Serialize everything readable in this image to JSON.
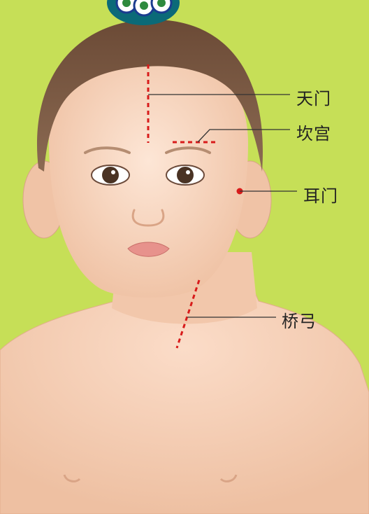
{
  "figure": {
    "background_color": "#c6df57",
    "skin_color": "#f6d3bb",
    "hair_color": "#7a5a44",
    "marker_color": "#d81b1b",
    "leader_color": "#333333",
    "logo_name": "cloud-swirl-logo"
  },
  "labels": {
    "tianmen": "天门",
    "kangong": "坎宫",
    "ermen": "耳门",
    "qiaogong": "桥弓"
  }
}
